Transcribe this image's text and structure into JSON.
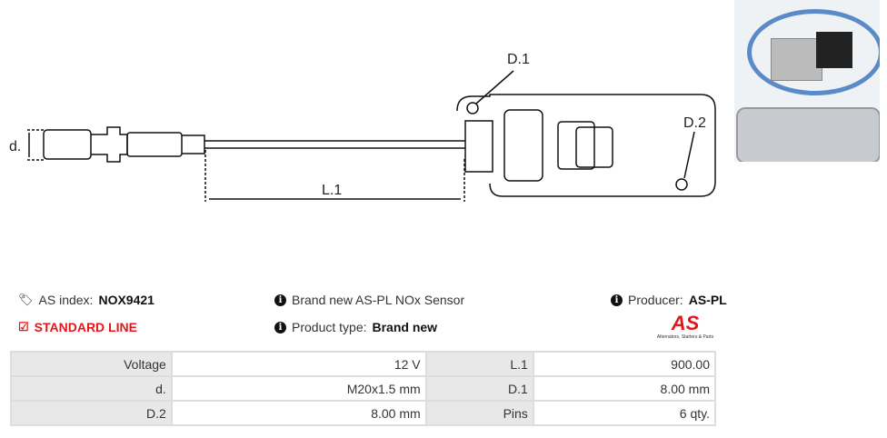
{
  "diagram": {
    "d": "d.",
    "l1": "L.1",
    "d1": "D.1",
    "d2": "D.2"
  },
  "info": {
    "as_index_label": "AS index:",
    "as_index_value": "NOX9421",
    "line": "STANDARD LINE",
    "description": "Brand new AS-PL NOx Sensor",
    "product_type_label": "Product type:",
    "product_type_value": "Brand new",
    "producer_label": "Producer:",
    "producer_value": "AS-PL",
    "logo_text": "AS",
    "logo_tagline": "Alternators, Starters & Parts"
  },
  "specs": [
    [
      {
        "k": "Voltage",
        "v": "12 V"
      },
      {
        "k": "L.1",
        "v": "900.00"
      }
    ],
    [
      {
        "k": "d.",
        "v": "M20x1.5 mm"
      },
      {
        "k": "D.1",
        "v": "8.00 mm"
      }
    ],
    [
      {
        "k": "D.2",
        "v": "8.00 mm"
      },
      {
        "k": "Pins",
        "v": "6 qty."
      }
    ]
  ],
  "colors": {
    "accent": "#e3171b"
  }
}
